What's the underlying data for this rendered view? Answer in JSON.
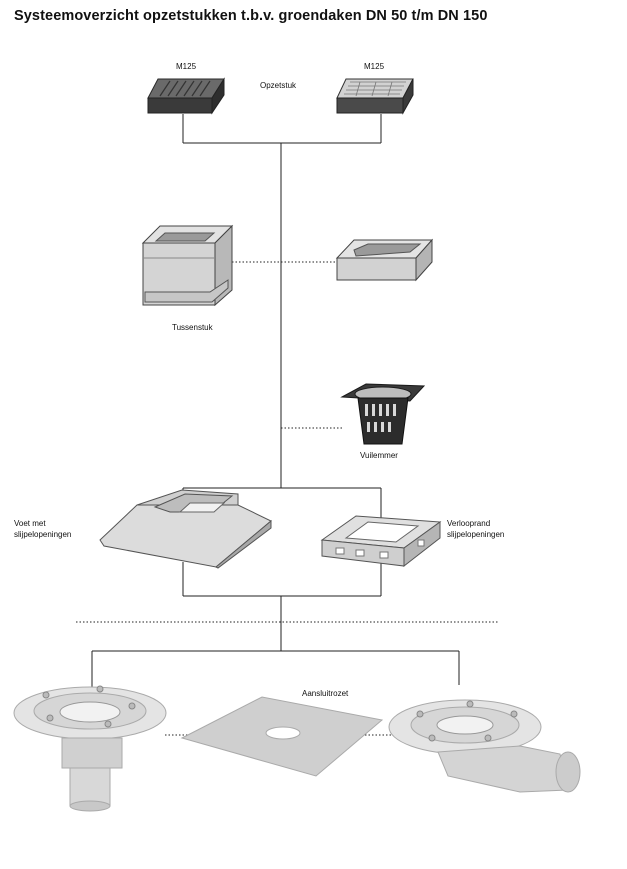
{
  "title": "Systeemoverzicht opzetstukken t.b.v. groendaken DN 50 t/m DN 150",
  "labels": {
    "grate_left_class": "M125",
    "grate_right_class": "M125",
    "opzetstuk": "Opzetstuk",
    "tussenstuk": "Tussenstuk",
    "vuilemmer": "Vuilemmer",
    "voet_line1": "Voet met",
    "voet_line2": "slijpelopeningen",
    "verloop_line1": "Verlooprand",
    "verloop_line2": "slijpelopeningen",
    "aansluitrozet": "Aansluitrozet"
  }
}
